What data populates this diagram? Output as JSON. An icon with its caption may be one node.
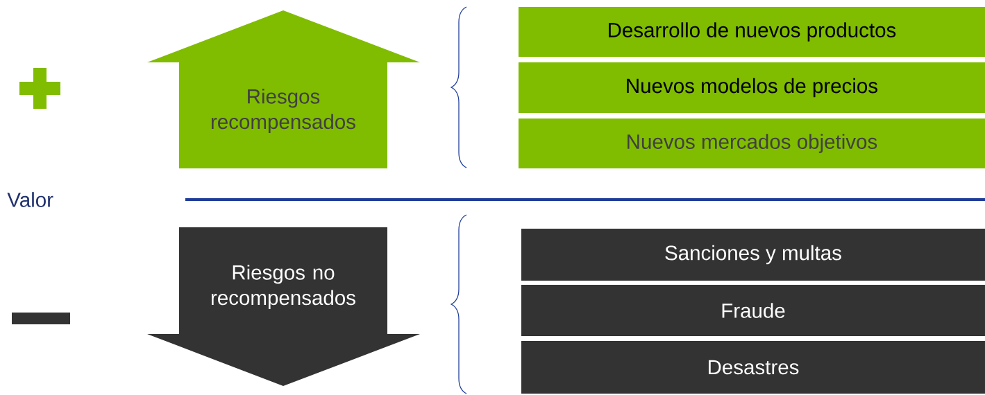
{
  "diagram": {
    "nodes": [
      {
        "text": [
          "Riesgos recompensados"
        ]
      },
      {
        "text": [
          "Desarrollo de nuevos productos"
        ]
      },
      {
        "text": [
          "Nuevos modelos de precios"
        ]
      },
      {
        "text": [
          "Nuevos mercados objetivos"
        ]
      },
      {
        "text": [
          "Riesgos no recompensados"
        ]
      },
      {
        "text": [
          "Sanciones y multas"
        ]
      },
      {
        "text": [
          "Fraude"
        ]
      },
      {
        "text": [
          "Desastres"
        ]
      }
    ],
    "edges": [],
    "labels": [
      "Valor"
    ]
  }
}
